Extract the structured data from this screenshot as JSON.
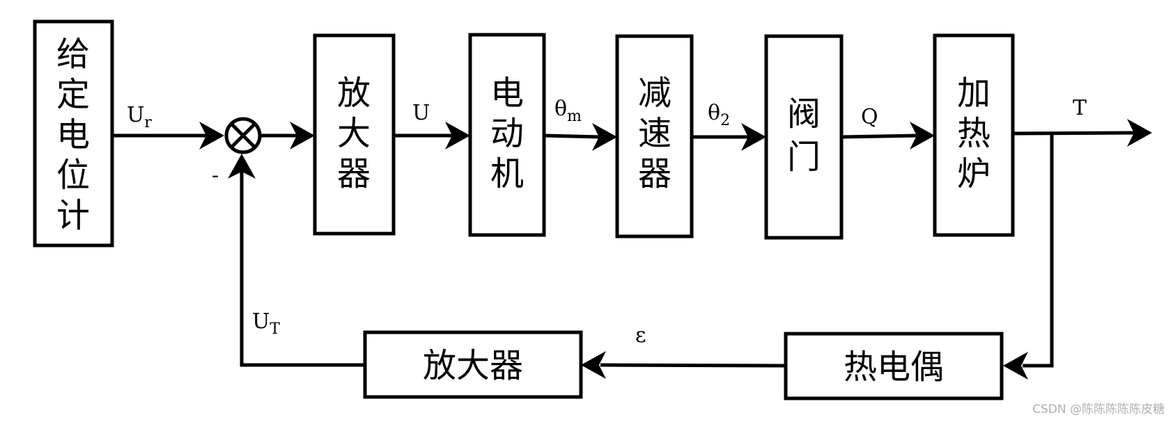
{
  "blocks": {
    "setpoint_pot": "给定电位计",
    "amplifier1": "放大器",
    "motor": "电动机",
    "reducer": "减速器",
    "valve": "阀门",
    "furnace": "加热炉",
    "thermocouple": "热电偶",
    "amplifier2": "放大器"
  },
  "signals": {
    "ur_main": "U",
    "ur_sub": "r",
    "u": "U",
    "theta_m_main": "θ",
    "theta_m_sub": "m",
    "theta2_main": "θ",
    "theta2_sub": "2",
    "q": "Q",
    "t": "T",
    "ut_main": "U",
    "ut_sub": "T",
    "epsilon": "ε",
    "minus": "-"
  },
  "watermark": "CSDN @陈陈陈陈陈皮糖"
}
